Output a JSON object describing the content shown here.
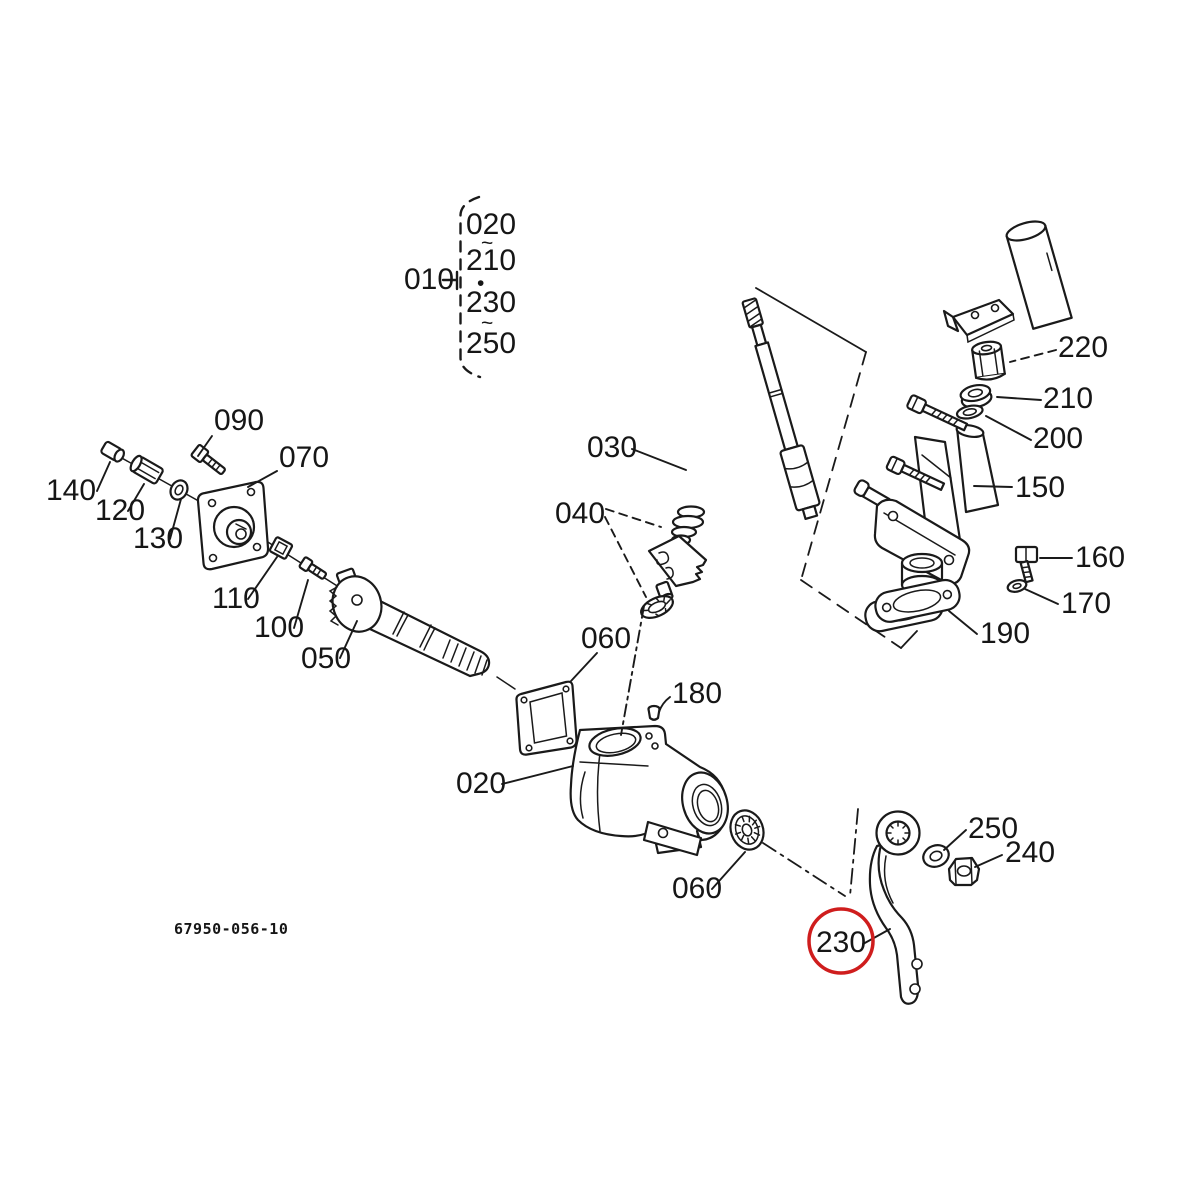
{
  "diagram": {
    "drawing_number": "67950-056-10",
    "background_color": "#ffffff",
    "line_color": "#1a1a1a",
    "highlight_color": "#cf1d1d",
    "group_callout": {
      "label": "010",
      "items": [
        "020",
        "~",
        "210",
        "•",
        "230",
        "~",
        "250"
      ]
    },
    "part_labels": [
      {
        "text": "090"
      },
      {
        "text": "070"
      },
      {
        "text": "140"
      },
      {
        "text": "120"
      },
      {
        "text": "130"
      },
      {
        "text": "110"
      },
      {
        "text": "100"
      },
      {
        "text": "050"
      },
      {
        "text": "030"
      },
      {
        "text": "040"
      },
      {
        "text": "060"
      },
      {
        "text": "180"
      },
      {
        "text": "020"
      },
      {
        "text": "060"
      },
      {
        "text": "220"
      },
      {
        "text": "210"
      },
      {
        "text": "200"
      },
      {
        "text": "150"
      },
      {
        "text": "160"
      },
      {
        "text": "170"
      },
      {
        "text": "190"
      },
      {
        "text": "250"
      },
      {
        "text": "240"
      },
      {
        "text": "230",
        "highlighted": true
      }
    ]
  }
}
